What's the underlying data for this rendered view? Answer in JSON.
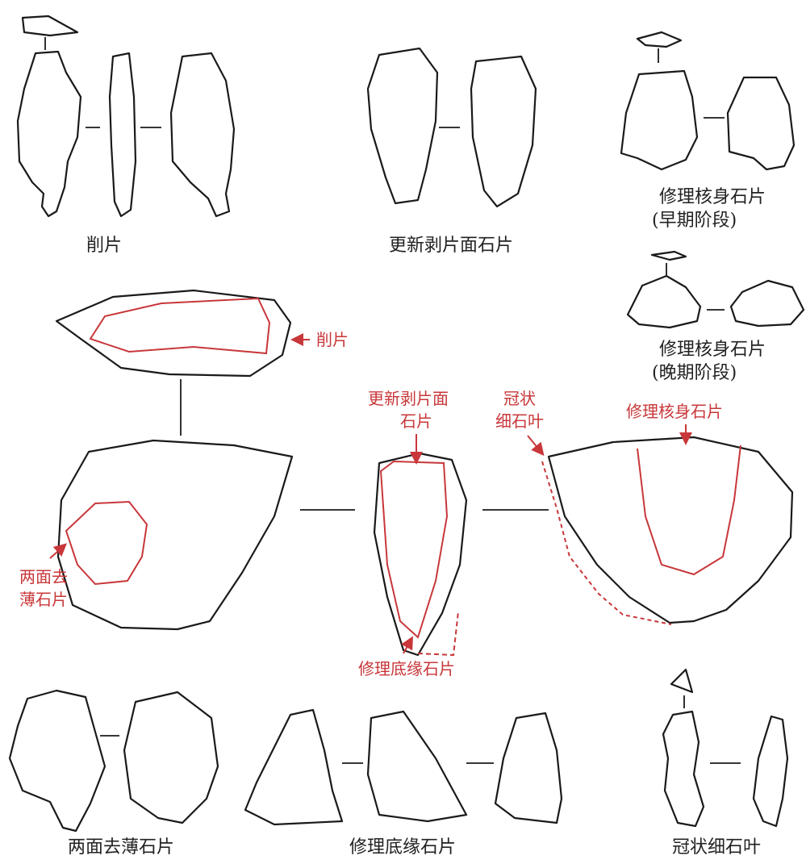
{
  "colors": {
    "accent": "#c8373a",
    "ink": "#1a1a1a"
  },
  "labels": {
    "spall": "削片",
    "core_tablet": "更新剥片面石片",
    "core_prep_early": "修理核身石片",
    "early_stage": "(早期阶段)",
    "core_prep_late": "修理核身石片",
    "late_stage": "(晚期阶段)",
    "bifacial_thinning": "两面去薄石片",
    "platform_prep": "修理底缘石片",
    "crested_blade": "冠状细石叶"
  },
  "annotations": {
    "spall": "削片",
    "core_tablet_l1": "更新剥片面",
    "core_tablet_l2": "石片",
    "crested_l1": "冠状",
    "crested_l2": "细石叶",
    "core_prep": "修理核身石片",
    "thinning_l1": "两面去",
    "thinning_l2": "薄石片",
    "platform_prep": "修理底缘石片"
  }
}
